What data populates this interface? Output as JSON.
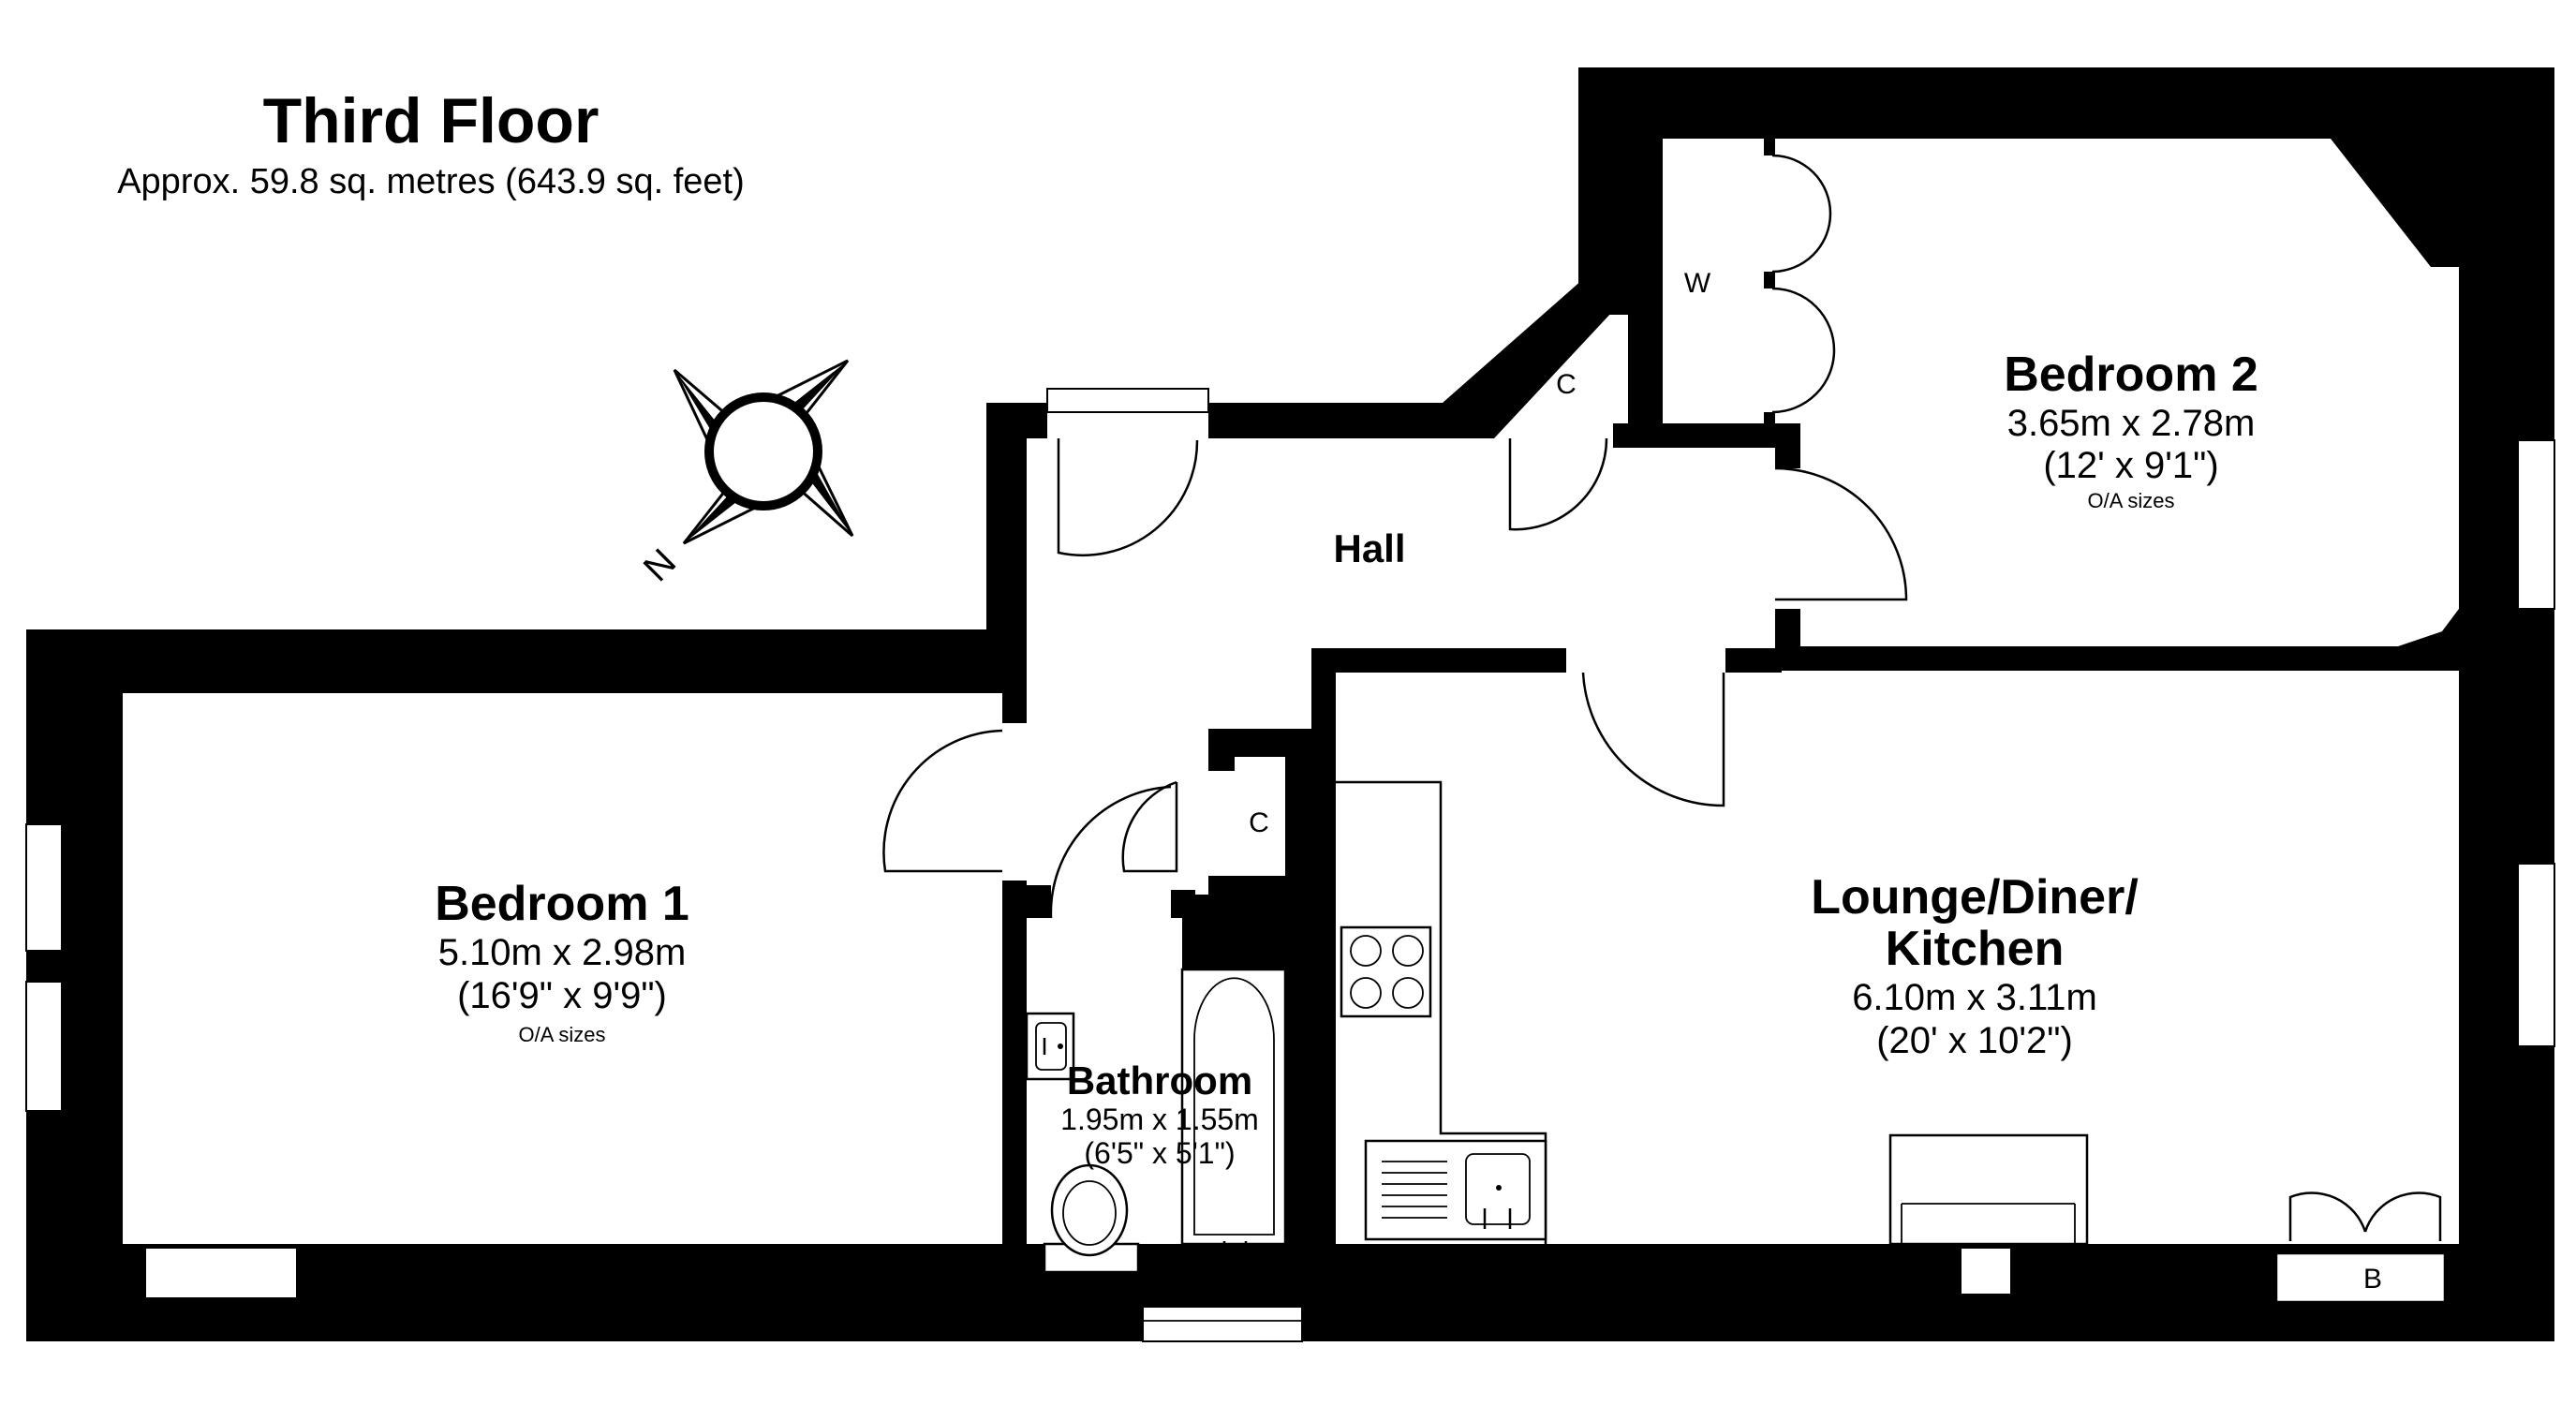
{
  "header": {
    "title": "Third Floor",
    "subtitle": "Approx. 59.8 sq. metres (643.9 sq. feet)"
  },
  "compass": {
    "north_label": "N"
  },
  "rooms": {
    "bedroom1": {
      "name": "Bedroom 1",
      "metric": "5.10m x 2.98m",
      "imperial": "(16'9\" x 9'9\")",
      "note": "O/A sizes"
    },
    "bedroom2": {
      "name": "Bedroom 2",
      "metric": "3.65m x 2.78m",
      "imperial": "(12' x 9'1\")",
      "note": "O/A sizes"
    },
    "lounge": {
      "name_line1": "Lounge/Diner/",
      "name_line2": "Kitchen",
      "metric": "6.10m x 3.11m",
      "imperial": "(20' x 10'2\")"
    },
    "bathroom": {
      "name": "Bathroom",
      "metric": "1.95m x 1.55m",
      "imperial": "(6'5\" x 5'1\")"
    },
    "hall": {
      "name": "Hall"
    }
  },
  "markers": {
    "wardrobe": "W",
    "cupboard_hall": "C",
    "cupboard_bath": "C",
    "boiler": "B"
  }
}
